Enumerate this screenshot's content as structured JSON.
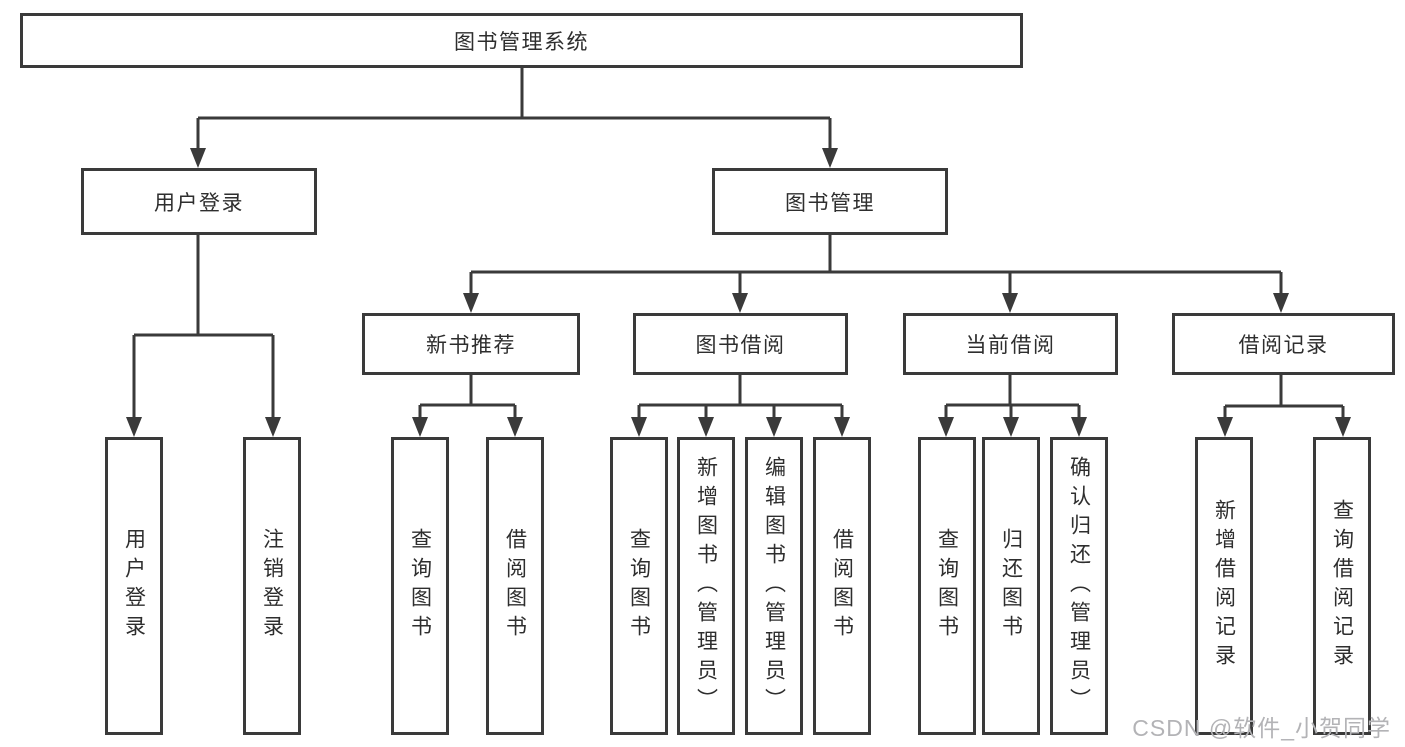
{
  "title": "图书管理系统",
  "branches": {
    "user_login": {
      "label": "用户登录",
      "children": [
        {
          "label": "用户登录"
        },
        {
          "label": "注销登录"
        }
      ]
    },
    "book_management": {
      "label": "图书管理",
      "children": [
        {
          "label": "新书推荐",
          "children": [
            {
              "label": "查询图书"
            },
            {
              "label": "借阅图书"
            }
          ]
        },
        {
          "label": "图书借阅",
          "children": [
            {
              "label": "查询图书"
            },
            {
              "label": "新增图书（管理员）"
            },
            {
              "label": "编辑图书（管理员）"
            },
            {
              "label": "借阅图书"
            }
          ]
        },
        {
          "label": "当前借阅",
          "children": [
            {
              "label": "查询图书"
            },
            {
              "label": "归还图书"
            },
            {
              "label": "确认归还（管理员）"
            }
          ]
        },
        {
          "label": "借阅记录",
          "children": [
            {
              "label": "新增借阅记录"
            },
            {
              "label": "查询借阅记录"
            }
          ]
        }
      ]
    }
  },
  "watermark": "CSDN @软件_小贺同学",
  "colors": {
    "line": "#3a3a3a",
    "box_border": "#3a3a3a",
    "text": "#2e2e2e",
    "watermark": "#b3b3b6",
    "background": "#ffffff"
  }
}
